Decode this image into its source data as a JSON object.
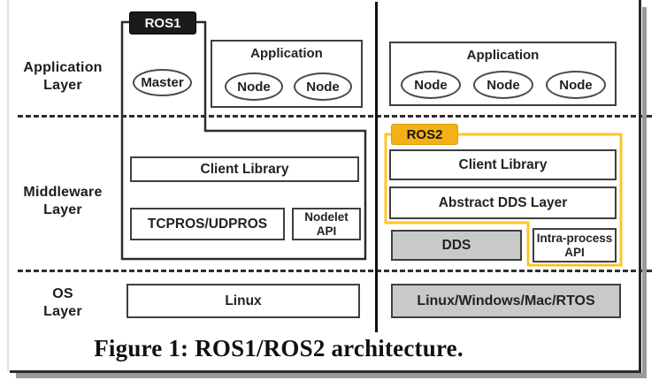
{
  "figure": {
    "caption": "Figure 1: ROS1/ROS2 architecture."
  },
  "layers": {
    "application": "Application\nLayer",
    "middleware": "Middleware\nLayer",
    "os": "OS\nLayer"
  },
  "ros1": {
    "badge": "ROS1",
    "application": {
      "title": "Application",
      "master": "Master",
      "nodes": [
        "Node",
        "Node"
      ]
    },
    "client_library": "Client Library",
    "transport": "TCPROS/UDPROS",
    "nodelet_api": "Nodelet\nAPI",
    "os": "Linux"
  },
  "ros2": {
    "badge": "ROS2",
    "application": {
      "title": "Application",
      "nodes": [
        "Node",
        "Node",
        "Node"
      ]
    },
    "client_library": "Client Library",
    "abstract_dds": "Abstract DDS Layer",
    "dds": "DDS",
    "intra_process_api": "Intra-process\nAPI",
    "os": "Linux/Windows/Mac/RTOS"
  },
  "colors": {
    "ros1_badge": "#1b1b1b",
    "ros2_badge": "#F2B216",
    "ros2_outline": "#FFC425",
    "third_party_fill": "#C9C9C9",
    "box_border": "#3f3f3f"
  }
}
